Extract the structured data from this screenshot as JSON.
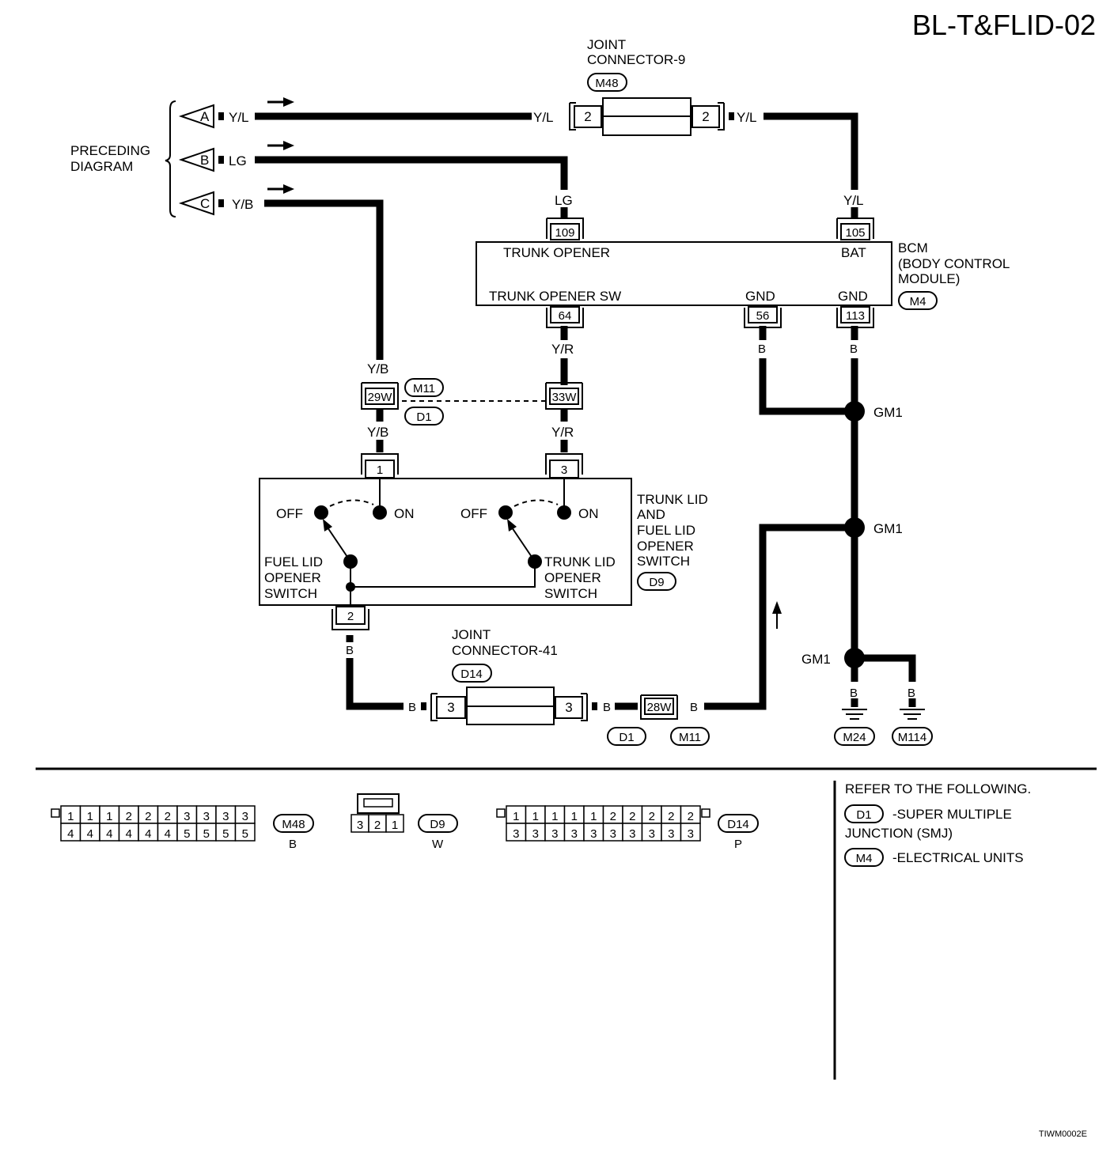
{
  "page_code": "BL-T&FLID-02",
  "image_code": "TIWM0002E",
  "preceding": {
    "line1": "PRECEDING",
    "line2": "DIAGRAM",
    "markers": [
      "A",
      "B",
      "C"
    ]
  },
  "wire_colors": {
    "yl": "Y/L",
    "lg": "LG",
    "yb": "Y/B",
    "yr": "Y/R",
    "b": "B"
  },
  "joint9": {
    "line1": "JOINT",
    "line2": "CONNECTOR-9",
    "conn": "M48",
    "pin": "2"
  },
  "bcm": {
    "line1": "BCM",
    "line2": "(BODY CONTROL",
    "line3": " MODULE)",
    "conn": "M4",
    "pins": {
      "trunk_opener": "109",
      "bat": "105",
      "trunk_opener_sw": "64",
      "gnd1": "56",
      "gnd2": "113"
    },
    "labels": {
      "trunk_opener": "TRUNK OPENER",
      "bat": "BAT",
      "trunk_opener_sw": "TRUNK OPENER SW",
      "gnd": "GND"
    }
  },
  "harness": {
    "m11": "M11",
    "d1": "D1",
    "pin_yb": "29W",
    "pin_yr": "33W",
    "pin_b": "28W"
  },
  "switch": {
    "title": [
      "TRUNK LID",
      "AND",
      "FUEL LID",
      "OPENER",
      "SWITCH"
    ],
    "conn": "D9",
    "pins": {
      "p1": "1",
      "p2": "2",
      "p3": "3"
    },
    "off": "OFF",
    "on": "ON",
    "fuel": [
      "FUEL LID",
      "OPENER",
      "SWITCH"
    ],
    "trunk": [
      "TRUNK LID",
      "OPENER",
      "SWITCH"
    ]
  },
  "joint41": {
    "line1": "JOINT",
    "line2": "CONNECTOR-41",
    "conn": "D14",
    "pin": "3"
  },
  "ground": {
    "name": "GM1",
    "m24": "M24",
    "m114": "M114"
  },
  "connectors": {
    "m48": {
      "id": "M48",
      "color": "B",
      "top": [
        "1",
        "1",
        "1",
        "2",
        "2",
        "2",
        "3",
        "3",
        "3",
        "3"
      ],
      "bottom": [
        "4",
        "4",
        "4",
        "4",
        "4",
        "4",
        "5",
        "5",
        "5",
        "5"
      ]
    },
    "d9": {
      "id": "D9",
      "color": "W",
      "pins": [
        "3",
        "2",
        "1"
      ]
    },
    "d14": {
      "id": "D14",
      "color": "P",
      "top": [
        "1",
        "1",
        "1",
        "1",
        "1",
        "2",
        "2",
        "2",
        "2",
        "2"
      ],
      "bottom": [
        "3",
        "3",
        "3",
        "3",
        "3",
        "3",
        "3",
        "3",
        "3",
        "3"
      ]
    }
  },
  "refer": {
    "heading": "REFER TO THE FOLLOWING.",
    "d1_code": "D1",
    "d1_line1": "-SUPER MULTIPLE",
    "d1_line2": "JUNCTION (SMJ)",
    "m4_code": "M4",
    "m4_text": "-ELECTRICAL UNITS"
  }
}
